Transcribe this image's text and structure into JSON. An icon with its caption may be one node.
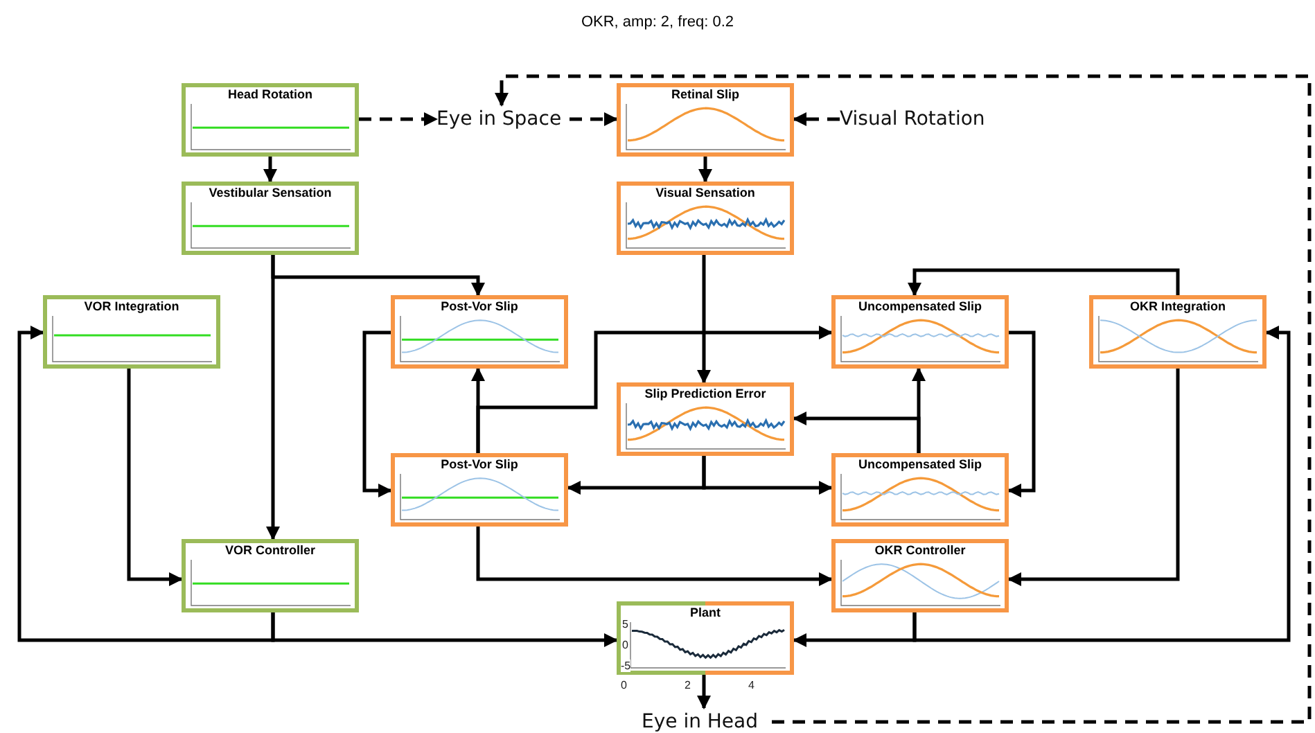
{
  "diagram": {
    "title": "OKR, amp: 2, freq: 0.2",
    "nodes": [
      {
        "text": [
          "Head Rotation"
        ]
      },
      {
        "text": [
          "Eye in Space"
        ]
      },
      {
        "text": [
          "Retinal Slip"
        ]
      },
      {
        "text": [
          "Visual Rotation"
        ]
      },
      {
        "text": [
          "Vestibular Sensation"
        ]
      },
      {
        "text": [
          "Visual Sensation"
        ]
      },
      {
        "text": [
          "VOR Integration"
        ]
      },
      {
        "text": [
          "Post-Vor Slip"
        ]
      },
      {
        "text": [
          "Uncompensated Slip"
        ]
      },
      {
        "text": [
          "OKR Integration"
        ]
      },
      {
        "text": [
          "Slip Prediction Error"
        ]
      },
      {
        "text": [
          "Post-Vor Slip"
        ]
      },
      {
        "text": [
          "Uncompensated Slip"
        ]
      },
      {
        "text": [
          "VOR Controller"
        ]
      },
      {
        "text": [
          "OKR Controller"
        ]
      },
      {
        "text": [
          "Plant"
        ]
      },
      {
        "text": [
          "Eye in Head"
        ]
      }
    ],
    "edges": [
      {
        "from": 0,
        "to": 1,
        "arrow": "to",
        "style": "dashed"
      },
      {
        "from": 1,
        "to": 2,
        "arrow": "to",
        "style": "dashed"
      },
      {
        "from": 3,
        "to": 2,
        "arrow": "to",
        "style": "dashed"
      },
      {
        "from": 16,
        "to": 1,
        "arrow": "to",
        "style": "dashed"
      },
      {
        "from": 0,
        "to": 4,
        "arrow": "to"
      },
      {
        "from": 2,
        "to": 5,
        "arrow": "to"
      },
      {
        "from": 4,
        "to": 13,
        "arrow": "to"
      },
      {
        "from": 4,
        "to": 7,
        "arrow": "to"
      },
      {
        "from": 5,
        "to": 10,
        "arrow": "to"
      },
      {
        "from": 6,
        "to": 13,
        "arrow": "to"
      },
      {
        "from": 7,
        "to": 11,
        "arrow": "to"
      },
      {
        "from": 11,
        "to": 7,
        "arrow": "to"
      },
      {
        "from": 11,
        "to": 8,
        "arrow": "to"
      },
      {
        "from": 8,
        "to": 12,
        "arrow": "to"
      },
      {
        "from": 12,
        "to": 8,
        "arrow": "to"
      },
      {
        "from": 12,
        "to": 10,
        "arrow": "to"
      },
      {
        "from": 10,
        "to": 11,
        "arrow": "to"
      },
      {
        "from": 10,
        "to": 12,
        "arrow": "to"
      },
      {
        "from": 9,
        "to": 8,
        "arrow": "to"
      },
      {
        "from": 9,
        "to": 14,
        "arrow": "to"
      },
      {
        "from": 11,
        "to": 14,
        "arrow": "to"
      },
      {
        "from": 13,
        "to": 15,
        "arrow": "to"
      },
      {
        "from": 13,
        "to": 6,
        "arrow": "to"
      },
      {
        "from": 14,
        "to": 15,
        "arrow": "to"
      },
      {
        "from": 14,
        "to": 9,
        "arrow": "to"
      },
      {
        "from": 15,
        "to": 16,
        "arrow": "to"
      }
    ],
    "labels": [
      "5",
      "0",
      "-5",
      "0",
      "2",
      "4"
    ]
  }
}
